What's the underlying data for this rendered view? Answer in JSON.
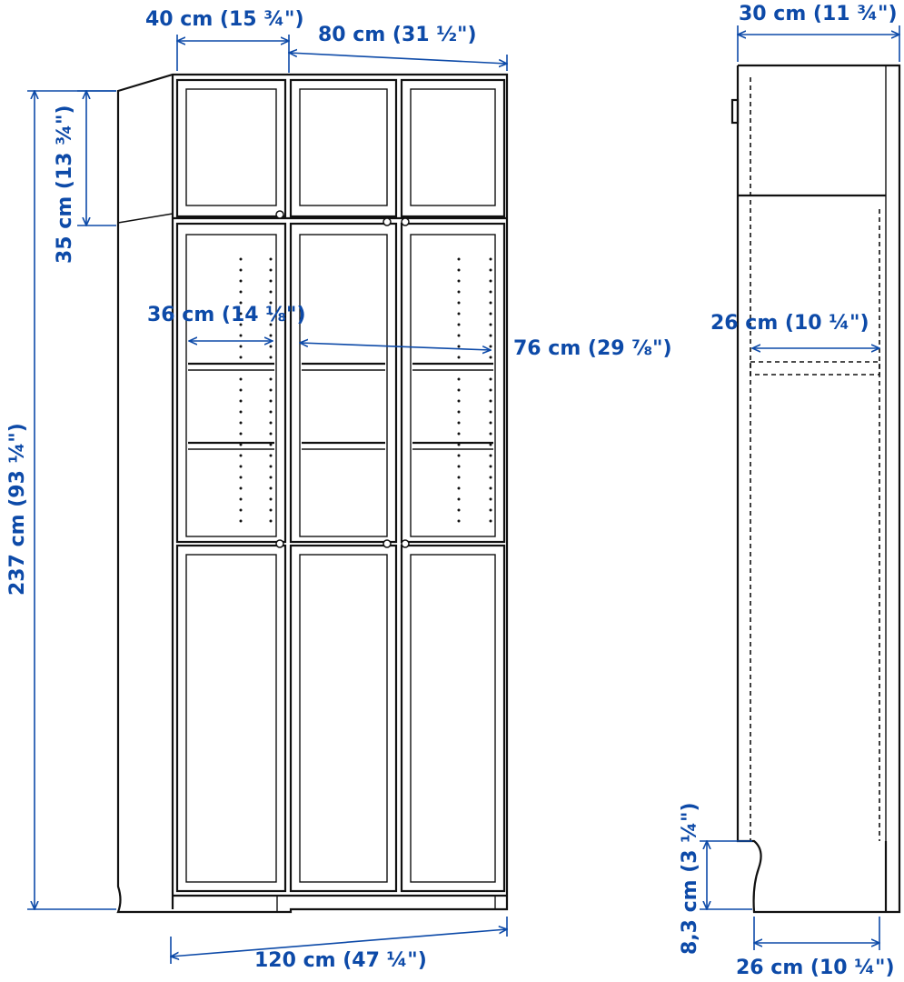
{
  "colors": {
    "dimension": "#0d4aa8",
    "outline": "#111111",
    "background": "#ffffff"
  },
  "dimensions": {
    "top_unit_width": "40 cm (15 ¾\")",
    "total_top_width": "80 cm (31 ½\")",
    "depth_top": "30 cm (11 ¾\")",
    "top_unit_height": "35 cm (13 ¾\")",
    "total_height": "237 cm (93 ¼\")",
    "inner_width_small": "36 cm (14 ⅛\")",
    "inner_width_large": "76 cm (29 ⅞\")",
    "inner_depth": "26 cm (10 ¼\")",
    "plinth_height": "8,3 cm (3 ¼\")",
    "bottom_depth": "26 cm (10 ¼\")",
    "total_width": "120 cm (47 ¼\")"
  }
}
